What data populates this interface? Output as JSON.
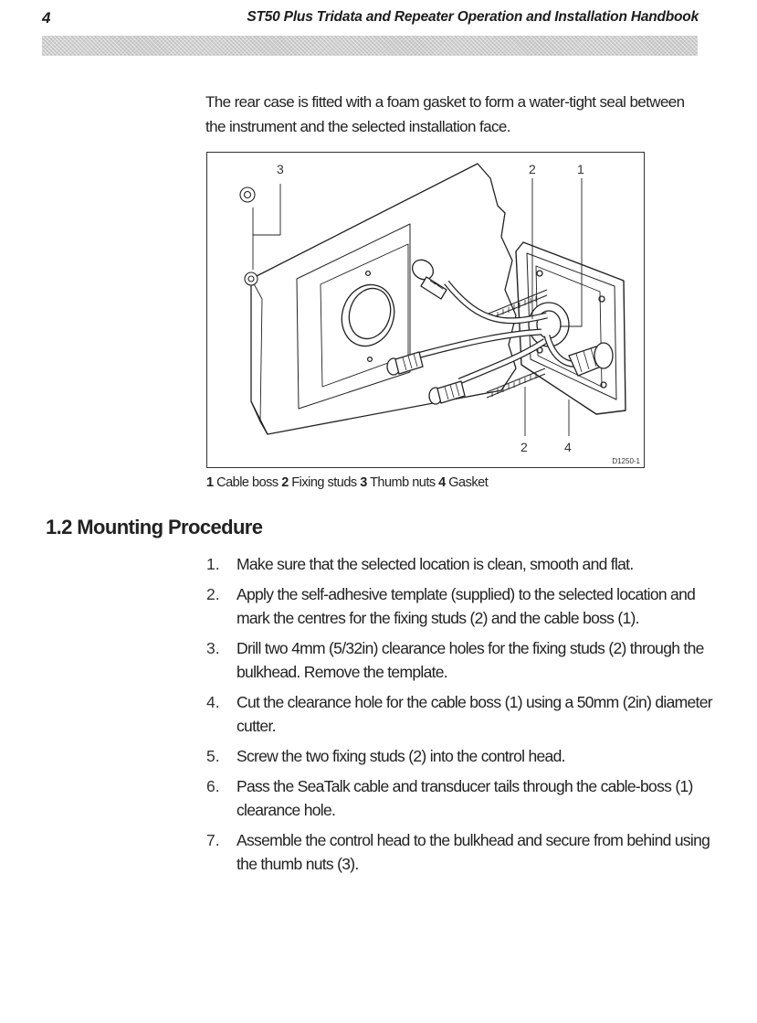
{
  "header": {
    "page_number": "4",
    "title": "ST50 Plus Tridata and Repeater Operation and Installation Handbook"
  },
  "intro_text": "The rear case is fitted with a foam gasket to form a water-tight seal between the instrument and the selected installation face.",
  "figure": {
    "callouts": [
      "3",
      "2",
      "1",
      "2",
      "4"
    ],
    "code": "D1250-1",
    "caption": [
      {
        "num": "1",
        "label": "Cable boss"
      },
      {
        "num": "2",
        "label": "Fixing studs"
      },
      {
        "num": "3",
        "label": "Thumb nuts"
      },
      {
        "num": "4",
        "label": "Gasket"
      }
    ]
  },
  "section": {
    "heading": "1.2 Mounting Procedure",
    "steps": [
      {
        "num": "1.",
        "text": "Make sure that the selected location is clean, smooth and flat."
      },
      {
        "num": "2.",
        "text": "Apply the self-adhesive template (supplied) to the selected location and mark the centres for the fixing studs (2) and the cable boss (1)."
      },
      {
        "num": "3.",
        "text": "Drill two 4mm (5/32in) clearance holes for the fixing studs (2) through the bulkhead. Remove the template."
      },
      {
        "num": "4.",
        "text": "Cut the clearance hole for the cable boss (1) using a 50mm (2in) diameter cutter."
      },
      {
        "num": "5.",
        "text": "Screw the two fixing studs (2) into the control head."
      },
      {
        "num": "6.",
        "text": "Pass the SeaTalk cable and transducer tails through the cable-boss (1) clearance hole."
      },
      {
        "num": "7.",
        "text": "Assemble the control head to the bulkhead and secure from behind using the thumb nuts (3)."
      }
    ]
  }
}
